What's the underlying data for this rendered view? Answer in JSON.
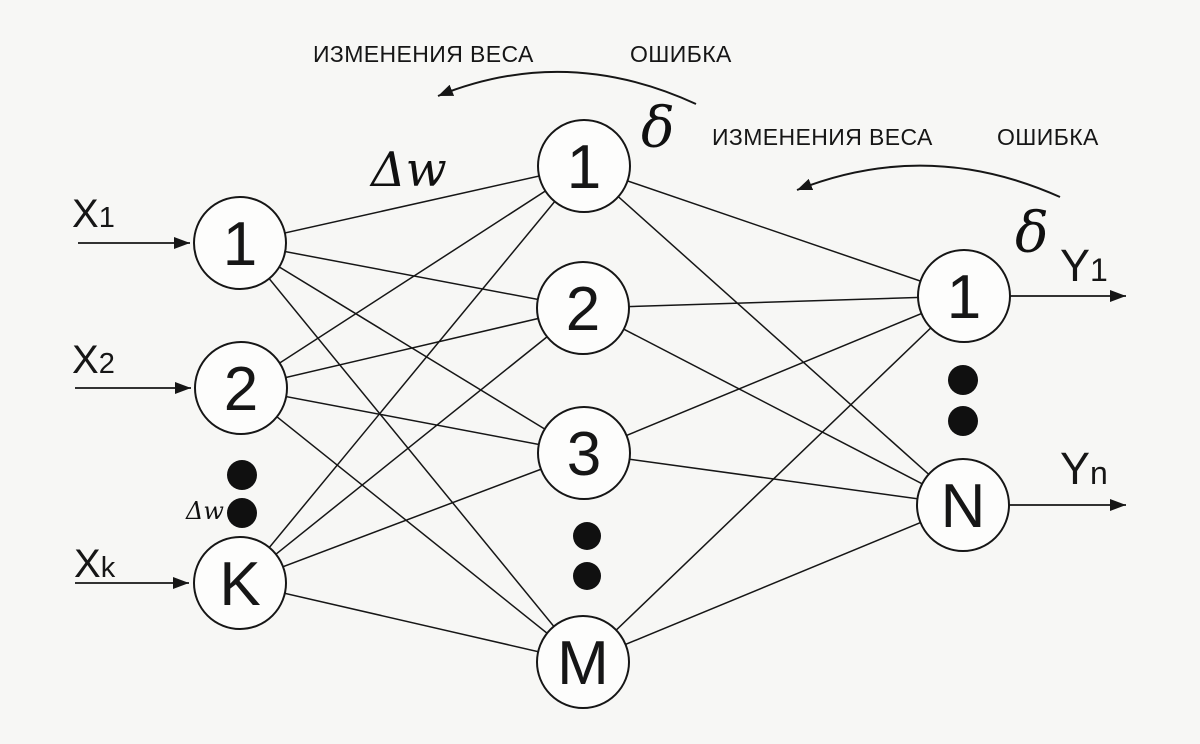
{
  "colors": {
    "background": "#f7f7f5",
    "ink": "#161616",
    "node_fill": "#fdfdfc"
  },
  "annotations": {
    "hidden_stage": {
      "weight_change_label": "ИЗМЕНЕНИЯ ВЕСА",
      "error_label": "ОШИБКА",
      "delta_symbol": "δ",
      "delta_w_symbol": "Δw"
    },
    "output_stage": {
      "weight_change_label": "ИЗМЕНЕНИЯ ВЕСА",
      "error_label": "ОШИБКА",
      "delta_symbol": "δ"
    },
    "input_stage": {
      "delta_w_symbol": "Δw"
    }
  },
  "network": {
    "input_layer": {
      "nodes": [
        "1",
        "2",
        "K"
      ],
      "inputs": [
        {
          "base": "X",
          "sub": "1"
        },
        {
          "base": "X",
          "sub": "2"
        },
        {
          "base": "X",
          "sub": "k"
        }
      ]
    },
    "hidden_layer": {
      "nodes": [
        "1",
        "2",
        "3",
        "M"
      ]
    },
    "output_layer": {
      "nodes": [
        "1",
        "N"
      ],
      "outputs": [
        {
          "base": "Y",
          "sub": "1"
        },
        {
          "base": "Y",
          "sub": "n"
        }
      ]
    }
  }
}
